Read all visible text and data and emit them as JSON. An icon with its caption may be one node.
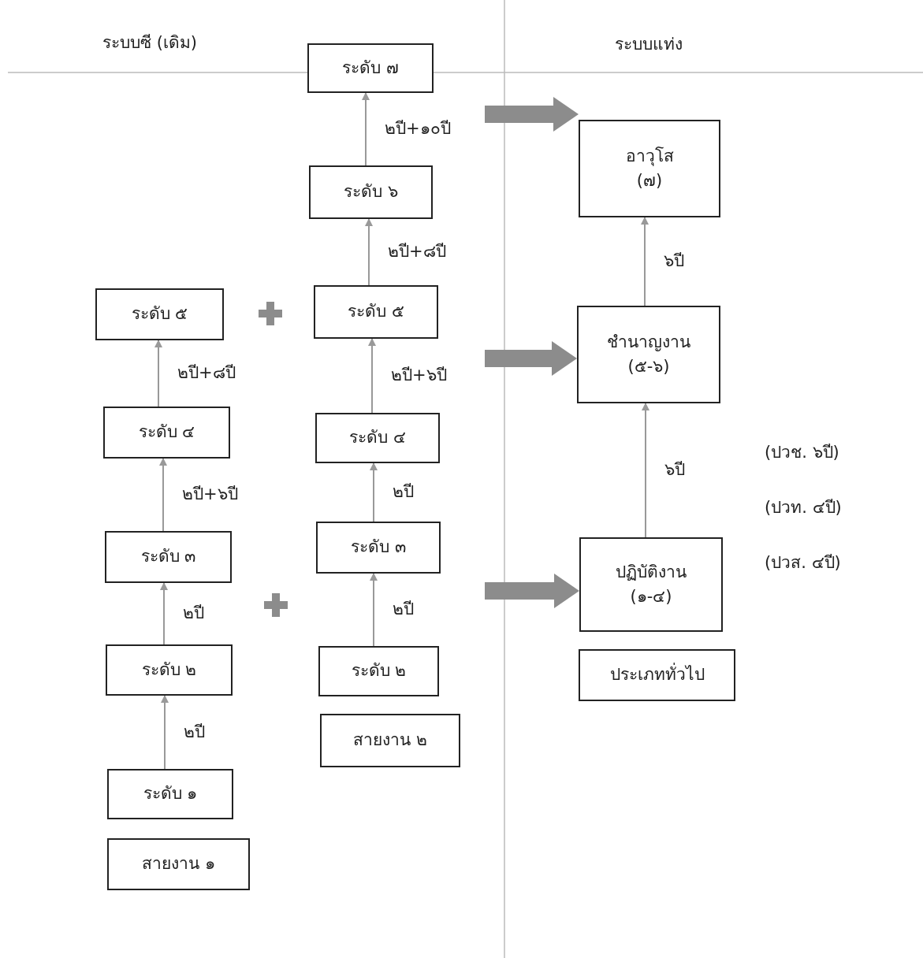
{
  "diagram": {
    "nodes": [
      {
        "text": [
          "ระดับ ๗"
        ]
      },
      {
        "text": [
          "ระดับ ๖"
        ]
      },
      {
        "text": [
          "ระดับ ๕"
        ]
      },
      {
        "text": [
          "ระดับ ๕"
        ]
      },
      {
        "text": [
          "ระดับ ๔"
        ]
      },
      {
        "text": [
          "ระดับ ๔"
        ]
      },
      {
        "text": [
          "ระดับ ๓"
        ]
      },
      {
        "text": [
          "ระดับ ๓"
        ]
      },
      {
        "text": [
          "ระดับ ๒"
        ]
      },
      {
        "text": [
          "ระดับ ๒"
        ]
      },
      {
        "text": [
          "ระดับ ๑"
        ]
      },
      {
        "text": [
          "สายงาน ๒"
        ]
      },
      {
        "text": [
          "สายงาน ๑"
        ]
      },
      {
        "text": [
          "อาวุโส",
          "(๗)"
        ]
      },
      {
        "text": [
          "ชำนาญงาน",
          "(๕-๖)"
        ]
      },
      {
        "text": [
          "ปฏิบัติงาน",
          "(๑-๔)"
        ]
      },
      {
        "text": [
          "ประเภททั่วไป"
        ]
      }
    ],
    "edges": [
      {
        "from": 1,
        "to": 0,
        "arrow": "to",
        "label": "๒ปี+๑๐ปี"
      },
      {
        "from": 3,
        "to": 1,
        "arrow": "to",
        "label": "๒ปี+๘ปี"
      },
      {
        "from": 5,
        "to": 3,
        "arrow": "to",
        "label": "๒ปี+๖ปี"
      },
      {
        "from": 7,
        "to": 5,
        "arrow": "to",
        "label": "๒ปี"
      },
      {
        "from": 9,
        "to": 7,
        "arrow": "to",
        "label": "๒ปี"
      },
      {
        "from": 4,
        "to": 2,
        "arrow": "to",
        "label": "๒ปี+๘ปี"
      },
      {
        "from": 6,
        "to": 4,
        "arrow": "to",
        "label": "๒ปี+๖ปี"
      },
      {
        "from": 8,
        "to": 6,
        "arrow": "to",
        "label": "๒ปี"
      },
      {
        "from": 10,
        "to": 8,
        "arrow": "to",
        "label": "๒ปี"
      },
      {
        "from": 14,
        "to": 13,
        "arrow": "to",
        "label": "๖ปี"
      },
      {
        "from": 15,
        "to": 14,
        "arrow": "to",
        "label": "๖ปี"
      },
      {
        "from": null,
        "to": 13,
        "arrow": "to",
        "style": "thick"
      },
      {
        "from": null,
        "to": 14,
        "arrow": "to",
        "style": "thick"
      },
      {
        "from": null,
        "to": 15,
        "arrow": "to",
        "style": "thick"
      }
    ],
    "labels": [
      "ระบบซี (เดิม)",
      "ระบบแท่ง",
      "(ปวช. ๖ปี)",
      "(ปวท. ๔ปี)",
      "(ปวส. ๔ปี)"
    ]
  }
}
